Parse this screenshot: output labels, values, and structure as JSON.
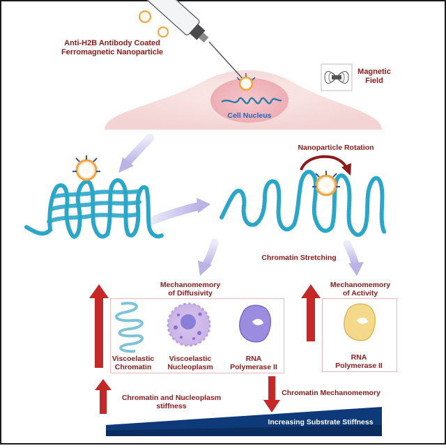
{
  "colors": {
    "dark_red": "#8e1a1a",
    "arrow_red": "#c62828",
    "chromatin_blue": "#2aa6c8",
    "nucleus_blue": "#2466b8",
    "cell_pink": "#f6dcdc",
    "arrow_lavender": "#c8c4ec",
    "polymerase_purple": "#9c8ce0",
    "polymerase_yellow": "#f4d98a",
    "nanoparticle_orange": "#f2a640",
    "gradient_navy": "#0e3a7a"
  },
  "icons": [
    "syringe-icon",
    "nanoparticle-icon",
    "magnet-icon",
    "chromatin-icon",
    "red-up-arrow-icon",
    "red-down-arrow-icon",
    "rotation-arrow-icon"
  ],
  "labels": {
    "nanoparticle": "Anti-H2B Antibody Coated\nFerromagnetic Nanoparticle",
    "magnetic_field": "Magnetic\nField",
    "cell_nucleus": "Cell Nucleus",
    "nanoparticle_rotation": "Nanoparticle Rotation",
    "chromatin_stretching": "Chromatin Stretching",
    "mechanomemory_diffusivity": "Mechanomemory\nof Diffusivity",
    "mechanomemory_activity": "Mechanomemory\nof Activity",
    "viscoelastic_chromatin": "Viscoelastic\nChromatin",
    "viscoelastic_nucleoplasm": "Viscoelastic\nNucleoplasm",
    "rna_polymerase_1": "RNA\nPolymerase II",
    "rna_polymerase_2": "RNA\nPolymerase II",
    "chromatin_nucleoplasm_stiffness": "Chromatin and Nucleoplasm\nstiffness",
    "chromatin_mechanomemory": "Chromatin Mechanomemory",
    "substrate_stiffness": "Increasing Substrate Stiffness"
  }
}
